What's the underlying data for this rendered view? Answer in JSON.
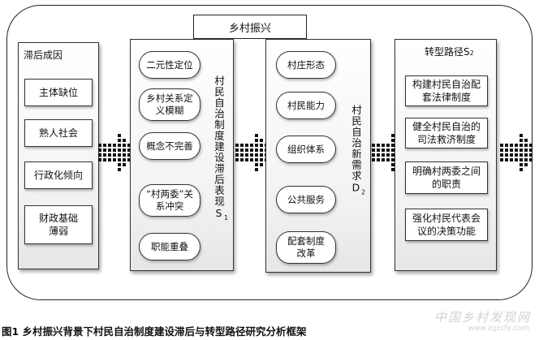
{
  "title": "乡村振兴",
  "col1": {
    "heading": "滞后成因",
    "items": [
      "主体缺位",
      "熟人社会",
      "行政化倾向",
      "财政基础薄弱"
    ]
  },
  "col2": {
    "items": [
      "二元性定位",
      "乡村关系定义模糊",
      "概念不完善",
      "“村两委”关系冲突",
      "职能重叠"
    ],
    "side_label": "村民自治制度建设滞后表现S",
    "side_sub": "1"
  },
  "col3": {
    "items": [
      "村庄形态",
      "村民能力",
      "组织体系",
      "公共服务",
      "配套制度改革"
    ],
    "side_label": "村民自治新需求D",
    "side_sub": "2"
  },
  "col4": {
    "heading": "转型路径S",
    "heading_sub": "2",
    "items": [
      "构建村民自治配套法律制度",
      "健全村民自治的司法救济制度",
      "明确村两委之间的职责",
      "强化村民代表会议的决策功能"
    ]
  },
  "caption": "图1 乡村振兴背景下村民自治制度建设滞后与转型路径研究分析框架",
  "watermark": {
    "text": "中国乡村发现网",
    "url": "www.zgxcfx.com"
  }
}
